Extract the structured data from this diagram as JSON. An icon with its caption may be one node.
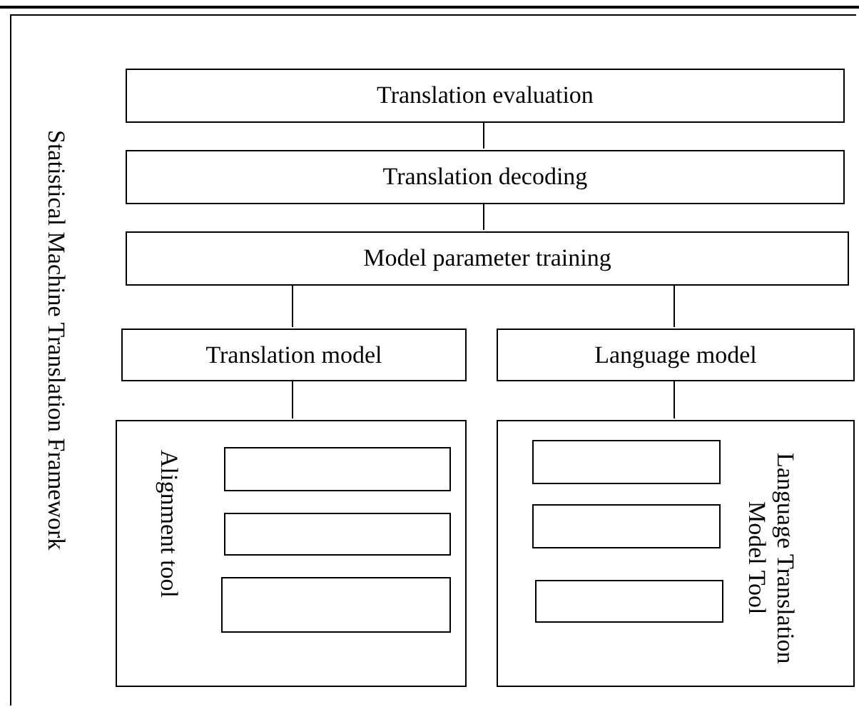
{
  "diagram": {
    "nodes": [
      {
        "text": [
          "Statistical Machine Translation Framework"
        ]
      },
      {
        "text": [
          "Translation evaluation"
        ],
        "in": 0
      },
      {
        "text": [
          "Translation decoding"
        ],
        "in": 0
      },
      {
        "text": [
          "Model parameter training"
        ],
        "in": 0
      },
      {
        "text": [
          "Translation model"
        ],
        "in": 0
      },
      {
        "text": [
          "Language model"
        ],
        "in": 0
      },
      {
        "text": [
          "Alignment tool"
        ],
        "in": 0
      },
      {
        "text": [
          "Language Translation Model Tool"
        ],
        "in": 0
      },
      {
        "text": [],
        "shape": "box",
        "in": 6
      },
      {
        "text": [],
        "shape": "box",
        "in": 6
      },
      {
        "text": [],
        "shape": "box",
        "in": 6
      },
      {
        "text": [],
        "shape": "box",
        "in": 7
      },
      {
        "text": [],
        "shape": "box",
        "in": 7
      },
      {
        "text": [],
        "shape": "box",
        "in": 7
      }
    ],
    "edges": [
      {
        "from": 1,
        "to": 2,
        "arrow": "none"
      },
      {
        "from": 2,
        "to": 3,
        "arrow": "none"
      },
      {
        "from": 3,
        "to": 4,
        "arrow": "none"
      },
      {
        "from": 3,
        "to": 5,
        "arrow": "none"
      },
      {
        "from": 4,
        "to": 6,
        "arrow": "none"
      },
      {
        "from": 5,
        "to": 7,
        "arrow": "none"
      }
    ]
  }
}
